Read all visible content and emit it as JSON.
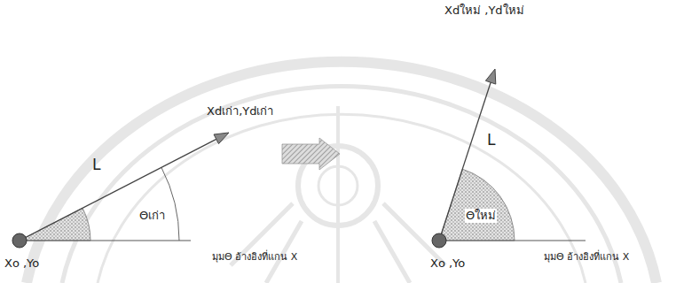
{
  "diagram": {
    "labels": [
      "Xdเก่า,Ydเก่า",
      "L",
      "Θเก่า",
      "Xo ,Yo",
      "มุมΘ อ้างอิงที่แกน X",
      "Xdใหม่ ,Ydใหม่",
      "L",
      "Θใหม่",
      "Xo ,Yo",
      "มุมΘ อ้างอิงที่แกน X"
    ]
  }
}
